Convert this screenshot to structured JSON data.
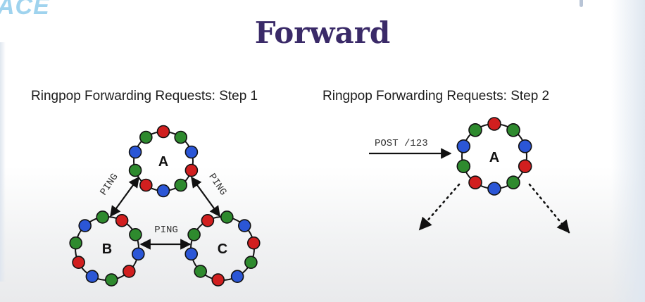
{
  "header": {
    "brand": "ACE",
    "title": "Forward"
  },
  "panels": {
    "step1": {
      "caption": "Ringpop Forwarding Requests: Step 1",
      "rings": {
        "a": "A",
        "b": "B",
        "c": "C"
      },
      "ping_ab": "PING",
      "ping_ac": "PING",
      "ping_bc": "PING"
    },
    "step2": {
      "caption": "Ringpop Forwarding Requests: Step 2",
      "ring": "A",
      "request": "POST /123"
    }
  },
  "colors": {
    "red": "#d11f1f",
    "green": "#2e8a2e",
    "blue": "#2b56d6",
    "title": "#3a2a68"
  }
}
